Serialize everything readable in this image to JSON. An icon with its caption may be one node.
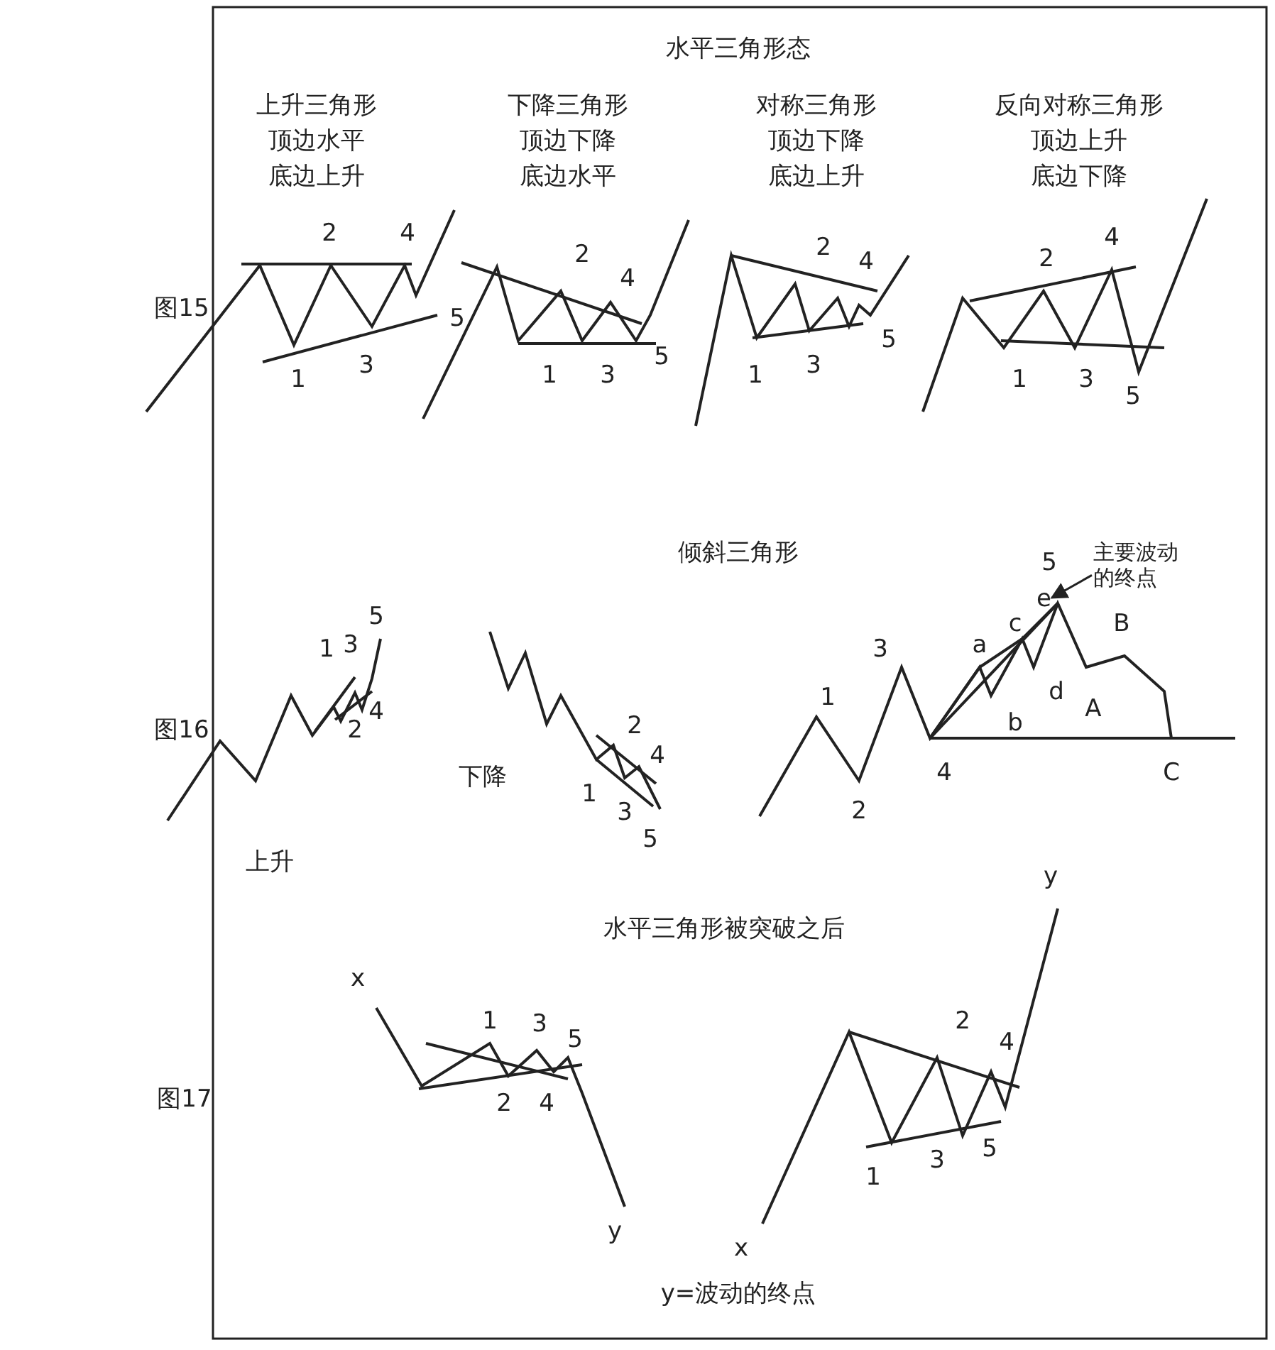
{
  "diagram": {
    "nodes": [
      {
        "text": [
          "主要波动的终点"
        ]
      },
      {
        "text": [
          "e"
        ]
      }
    ],
    "edges": [
      {
        "from": 0,
        "to": 1,
        "arrow": "to"
      }
    ],
    "labels": [
      "水平三角形态",
      "上升三角形",
      "顶边水平",
      "底边上升",
      "下降三角形",
      "顶边下降",
      "底边水平",
      "对称三角形",
      "顶边下降",
      "底边上升",
      "反向对称三角形",
      "顶边上升",
      "底边下降",
      "图15",
      "2",
      "4",
      "5",
      "1",
      "3",
      "2",
      "4",
      "1",
      "3",
      "5",
      "2",
      "4",
      "5",
      "1",
      "3",
      "2",
      "4",
      "1",
      "3",
      "5",
      "倾斜三角形",
      "5",
      "5",
      "1",
      "3",
      "2",
      "4",
      "上升",
      "2",
      "4",
      "1",
      "3",
      "5",
      "下降",
      "1",
      "3",
      "a",
      "c",
      "B",
      "d",
      "b",
      "A",
      "4",
      "2",
      "C",
      "图16",
      "水平三角形被突破之后",
      "x",
      "y",
      "1",
      "3",
      "5",
      "2",
      "4",
      "y",
      "2",
      "4",
      "1",
      "3",
      "5",
      "x",
      "图17",
      "y=波动的终点"
    ]
  }
}
